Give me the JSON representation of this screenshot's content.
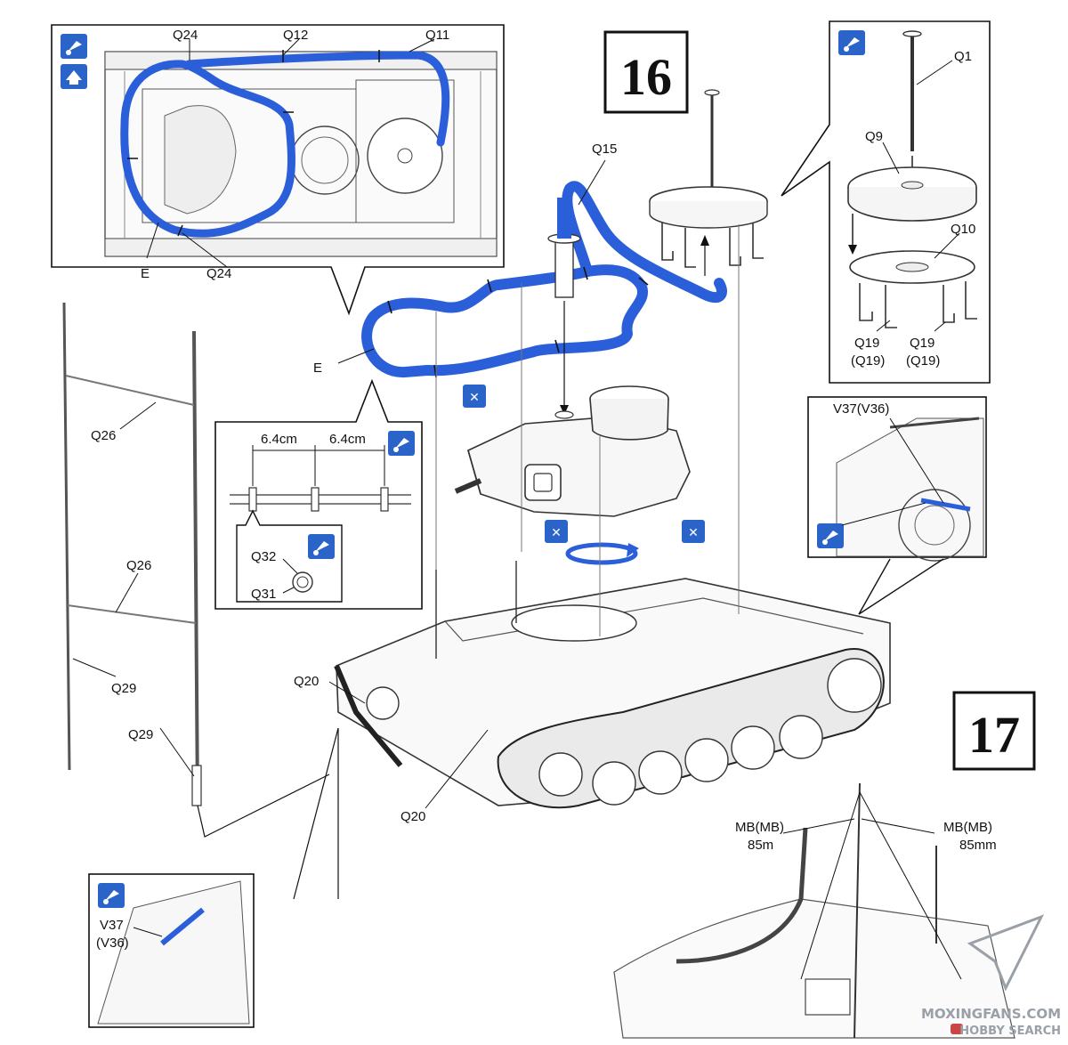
{
  "steps": {
    "step16": "16",
    "step17": "17"
  },
  "labels": {
    "q24_top": "Q24",
    "q12": "Q12",
    "q11": "Q11",
    "e_inset": "E",
    "q24_bottom": "Q24",
    "q15": "Q15",
    "e_main": "E",
    "q1": "Q1",
    "q9": "Q9",
    "q10": "Q10",
    "q19_left": "Q19",
    "q19_left_alt": "(Q19)",
    "q19_right": "Q19",
    "q19_right_alt": "(Q19)",
    "v37_v36": "V37(V36)",
    "q26_top": "Q26",
    "q26_bottom": "Q26",
    "q29_a": "Q29",
    "q29_b": "Q29",
    "spacing_1": "6.4cm",
    "spacing_2": "6.4cm",
    "q32": "Q32",
    "q31": "Q31",
    "q20_a": "Q20",
    "q20_b": "Q20",
    "mb_left": "MB(MB)",
    "mb_left_len": "85m",
    "mb_right": "MB(MB)",
    "mb_right_len": "85mm",
    "v37": "V37",
    "v36": "(V36)"
  },
  "watermark": {
    "line1": "MOXINGFANS.COM",
    "line2": "HOBBY SEARCH"
  },
  "colors": {
    "accent_blue": "#2b5fd9",
    "icon_blue": "#2a64c9",
    "ink": "#111111"
  }
}
